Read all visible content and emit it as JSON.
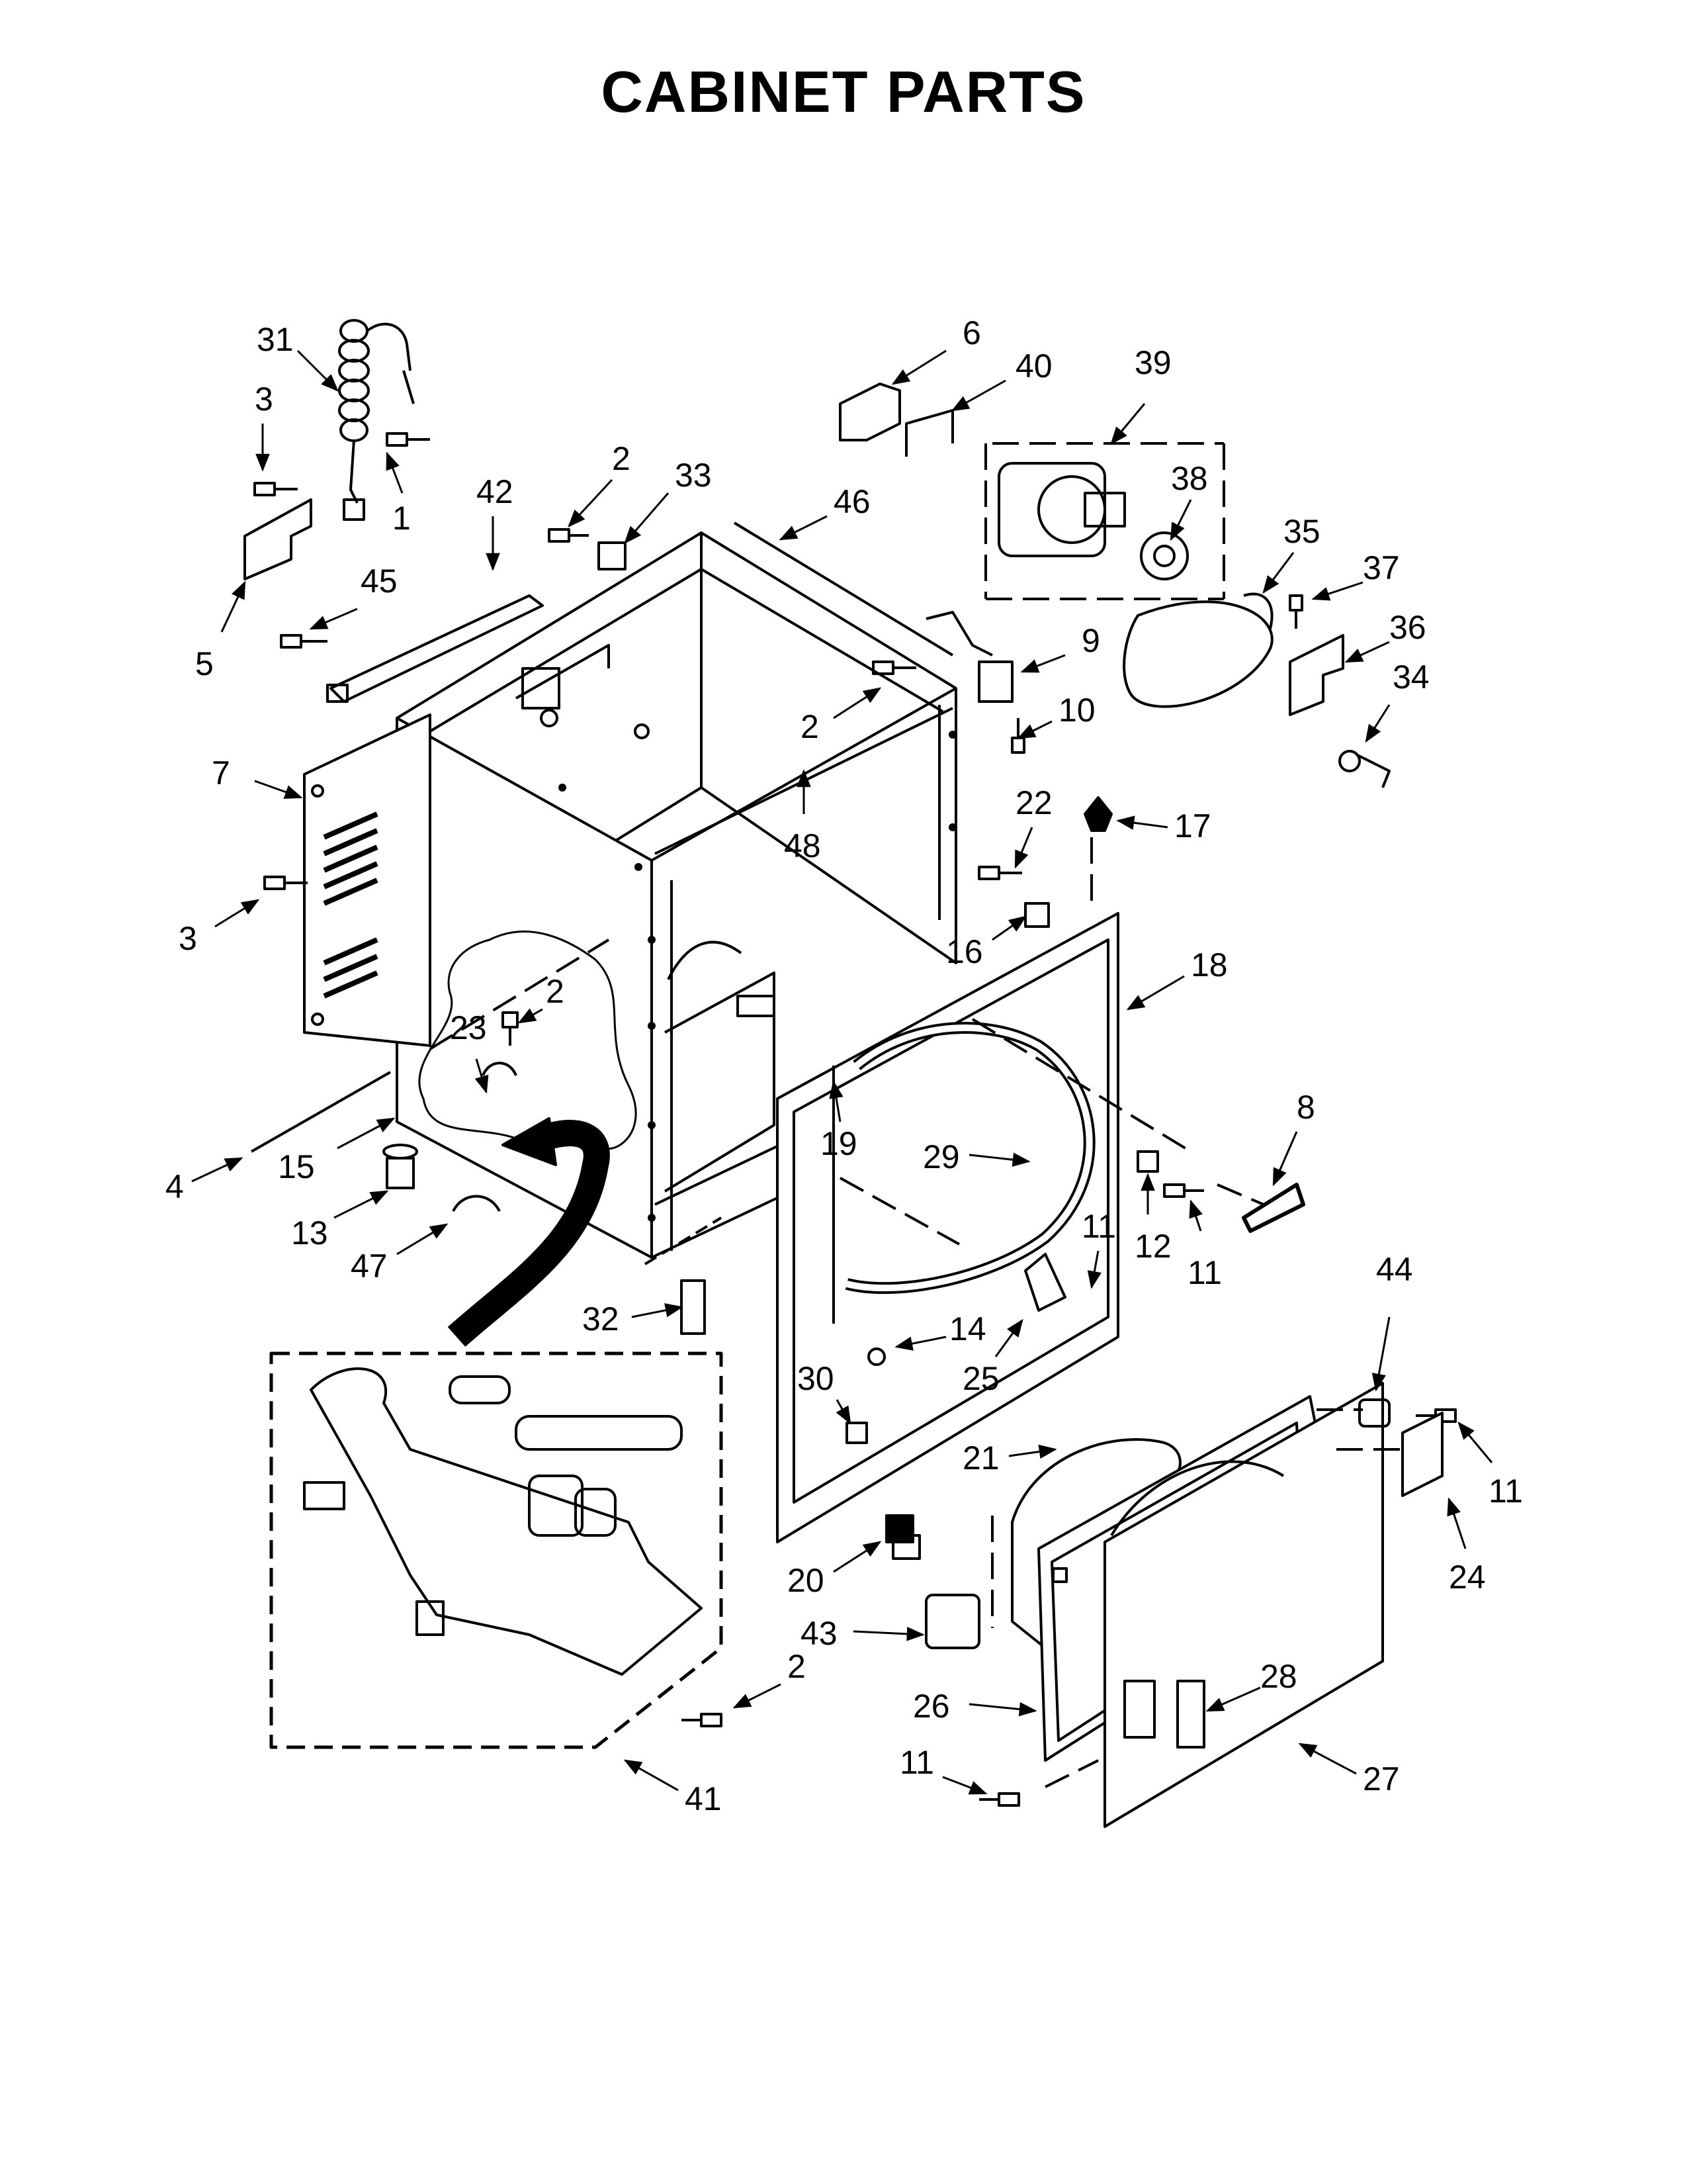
{
  "title": "CABINET PARTS",
  "callouts": [
    {
      "id": "c31a",
      "label": "31"
    },
    {
      "id": "c3a",
      "label": "3"
    },
    {
      "id": "c1",
      "label": "1"
    },
    {
      "id": "c5",
      "label": "5"
    },
    {
      "id": "c42",
      "label": "42"
    },
    {
      "id": "c45",
      "label": "45"
    },
    {
      "id": "c2a",
      "label": "2"
    },
    {
      "id": "c33",
      "label": "33"
    },
    {
      "id": "c46",
      "label": "46"
    },
    {
      "id": "c6",
      "label": "6"
    },
    {
      "id": "c40",
      "label": "40"
    },
    {
      "id": "c39",
      "label": "39"
    },
    {
      "id": "c38",
      "label": "38"
    },
    {
      "id": "c35",
      "label": "35"
    },
    {
      "id": "c37",
      "label": "37"
    },
    {
      "id": "c36",
      "label": "36"
    },
    {
      "id": "c34",
      "label": "34"
    },
    {
      "id": "c9",
      "label": "9"
    },
    {
      "id": "c10",
      "label": "10"
    },
    {
      "id": "c2b",
      "label": "2"
    },
    {
      "id": "c48",
      "label": "48"
    },
    {
      "id": "c7",
      "label": "7"
    },
    {
      "id": "c3b",
      "label": "3"
    },
    {
      "id": "c22",
      "label": "22"
    },
    {
      "id": "c17",
      "label": "17"
    },
    {
      "id": "c16",
      "label": "16"
    },
    {
      "id": "c18",
      "label": "18"
    },
    {
      "id": "c2c",
      "label": "2"
    },
    {
      "id": "c23",
      "label": "23"
    },
    {
      "id": "c19",
      "label": "19"
    },
    {
      "id": "c29",
      "label": "29"
    },
    {
      "id": "c8",
      "label": "8"
    },
    {
      "id": "c4",
      "label": "4"
    },
    {
      "id": "c15",
      "label": "15"
    },
    {
      "id": "c13",
      "label": "13"
    },
    {
      "id": "c47",
      "label": "47"
    },
    {
      "id": "c12",
      "label": "12"
    },
    {
      "id": "c11a",
      "label": "11"
    },
    {
      "id": "c11b",
      "label": "11"
    },
    {
      "id": "c44",
      "label": "44"
    },
    {
      "id": "c32",
      "label": "32"
    },
    {
      "id": "c14",
      "label": "14"
    },
    {
      "id": "c25",
      "label": "25"
    },
    {
      "id": "c30",
      "label": "30"
    },
    {
      "id": "c11c",
      "label": "11"
    },
    {
      "id": "c21",
      "label": "21"
    },
    {
      "id": "c24",
      "label": "24"
    },
    {
      "id": "c20",
      "label": "20"
    },
    {
      "id": "c43",
      "label": "43"
    },
    {
      "id": "c28",
      "label": "28"
    },
    {
      "id": "c26",
      "label": "26"
    },
    {
      "id": "c2d",
      "label": "2"
    },
    {
      "id": "c11d",
      "label": "11"
    },
    {
      "id": "c27",
      "label": "27"
    },
    {
      "id": "c41",
      "label": "41"
    }
  ]
}
